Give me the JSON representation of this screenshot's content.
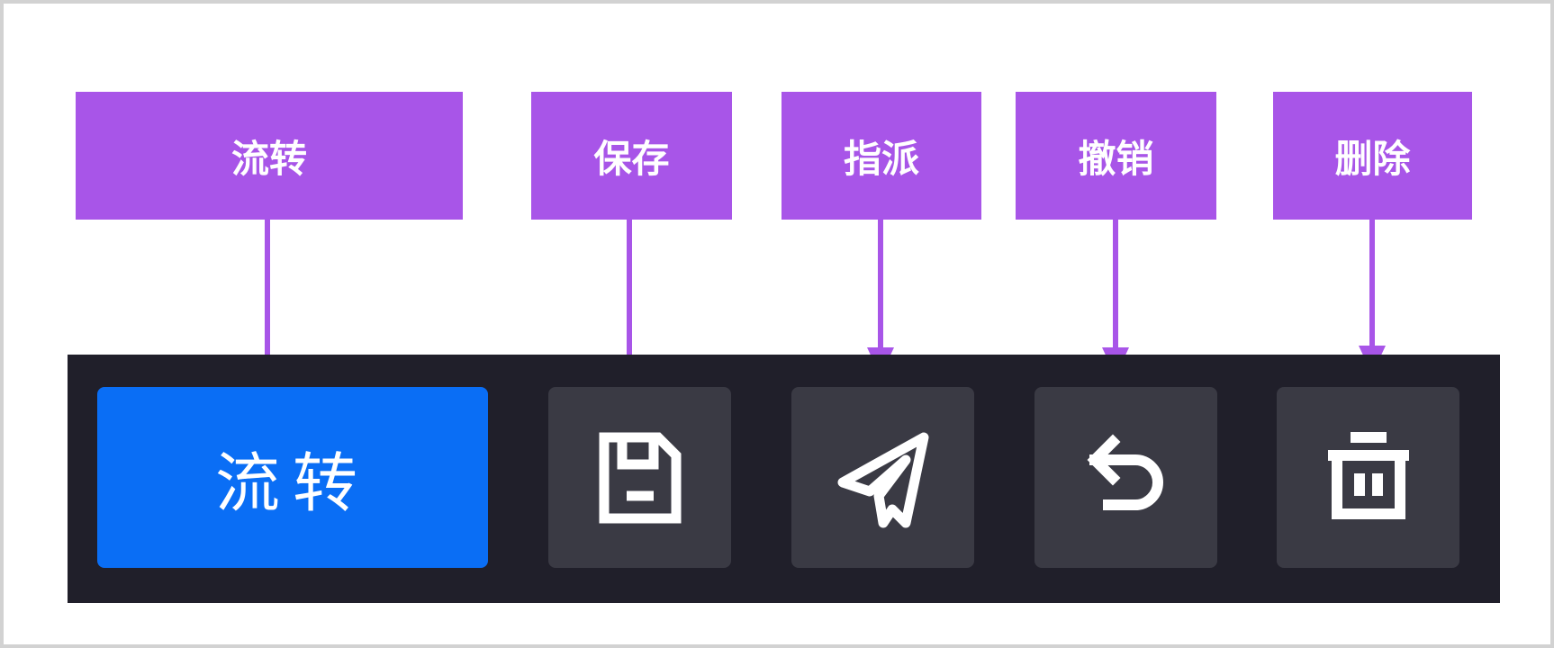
{
  "callouts": [
    {
      "id": "transfer",
      "label": "流转"
    },
    {
      "id": "save",
      "label": "保存"
    },
    {
      "id": "assign",
      "label": "指派"
    },
    {
      "id": "undo",
      "label": "撤销"
    },
    {
      "id": "delete",
      "label": "删除"
    }
  ],
  "toolbar": {
    "transfer_label": "流转",
    "icons": [
      "save-icon",
      "send-icon",
      "undo-icon",
      "trash-icon"
    ]
  },
  "colors": {
    "callout": "#a855e8",
    "primary": "#0a6ef5",
    "toolbar_bg": "#201f2a",
    "icon_button_bg": "#3a3a44"
  }
}
